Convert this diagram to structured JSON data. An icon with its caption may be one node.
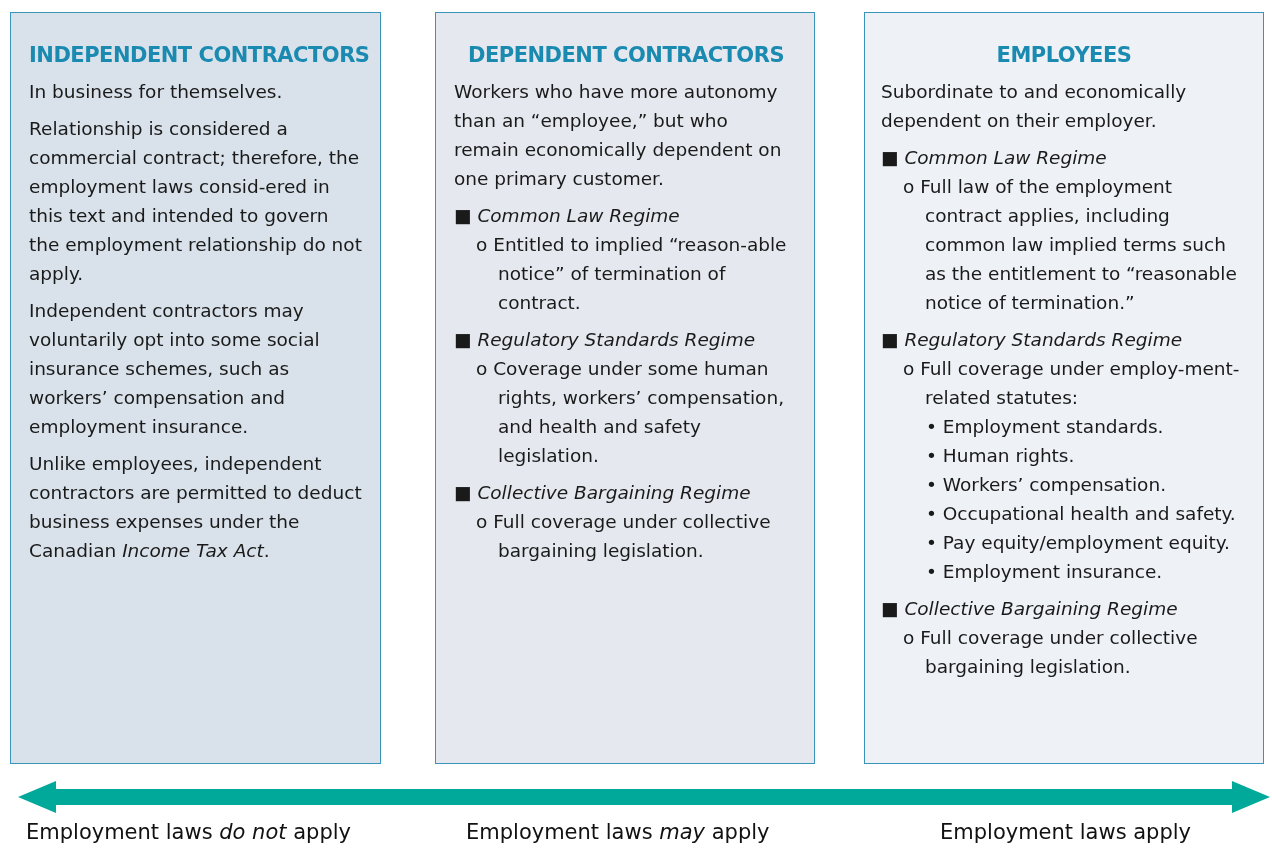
{
  "diagram": {
    "nodes": [
      {
        "text": [
          "INDEPENDENT CONTRACTORS",
          "In business for themselves.",
          "Relationship is considered a commercial contract; therefore, the employment laws consid-ered in this text and intended to govern the employment relationship do not apply.",
          "Independent contractors may voluntarily opt into some social insurance schemes, such as workers’ compensation and employment insurance.",
          "Unlike employees, independent contractors are permitted to deduct business expenses under the Canadian *Income Tax Act*."
        ]
      },
      {
        "text": [
          "DEPENDENT CONTRACTORS",
          "Workers who have more autonomy than an “employee,” but who remain economically dependent on one primary customer.",
          "■ *Common Law Regime*",
          "o Entitled to implied “reason-able notice” of termination of contract.",
          "■ *Regulatory Standards Regime*",
          "o Coverage under some human rights, workers’ compensation, and health and safety legislation.",
          "■ *Collective Bargaining Regime*",
          "o Full coverage under collective bargaining legislation."
        ]
      },
      {
        "text": [
          "EMPLOYEES",
          "Subordinate to and economically dependent on their employer.",
          "■ *Common Law Regime*",
          "o Full law of the employment contract applies, including common law implied terms such as the entitlement to “reasonable notice of termination.”",
          "■ *Regulatory Standards Regime*",
          "o Full coverage under employ-ment-related statutes:",
          "• Employment standards.",
          "• Human rights.",
          "• Workers’ compensation.",
          "• Occupational health and safety.",
          "• Pay equity/employment equity.",
          "• Employment insurance.",
          "■ *Collective Bargaining Regime*",
          "o Full coverage under collective bargaining legislation."
        ]
      }
    ],
    "labels": [
      "Employment laws *do not* apply",
      "Employment laws *may* apply",
      "Employment laws apply"
    ]
  }
}
